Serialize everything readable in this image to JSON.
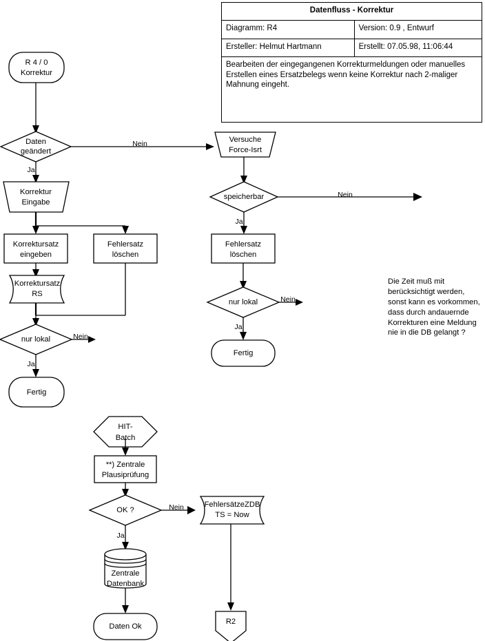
{
  "header": {
    "title": "Datenfluss - Korrektur",
    "diagram_label": "Diagramm: R4",
    "version_label": "Version: 0.9 , Entwurf",
    "author_label": "Ersteller: Helmut Hartmann",
    "created_label": "Erstellt:  07.05.98, 11:06:44",
    "description": "Bearbeiten der eingegangenen Korrekturmeldungen oder manuelles Erstellen eines Ersatzbelegs wenn keine Korrektur nach 2-maliger Mahnung eingeht."
  },
  "note": {
    "text": "Die Zeit muß mit berücksichtigt werden, sonst kann es vorkommen, dass durch andauernde Korrekturen eine Meldung nie in die DB gelangt ?"
  },
  "nodes": {
    "start_r4": {
      "line1": "R 4 / 0",
      "line2": "Korrektur",
      "shape": "terminator"
    },
    "daten_geaendert": {
      "line1": "Daten",
      "line2": "geändert",
      "shape": "decision"
    },
    "korrektur_eingabe": {
      "line1": "Korrektur",
      "line2": "Eingabe",
      "shape": "manual-input-trapezoid"
    },
    "korrektursatz_eingeben": {
      "line1": "Korrektursatz",
      "line2": "eingeben",
      "shape": "process"
    },
    "fehlersatz_loeschen_left": {
      "line1": "Fehlersatz",
      "line2": "löschen",
      "shape": "process"
    },
    "korrektursatz_rs": {
      "line1": "Korrektursatz",
      "line2": "RS",
      "shape": "stored-data"
    },
    "nur_lokal_left": {
      "line1": "nur lokal",
      "line2": "",
      "shape": "decision"
    },
    "fertig_left": {
      "line1": "Fertig",
      "line2": "",
      "shape": "terminator"
    },
    "versuche_force": {
      "line1": "Versuche",
      "line2": "Force-Isrt",
      "shape": "trapezoid"
    },
    "speicherbar": {
      "line1": "speicherbar",
      "line2": "",
      "shape": "decision"
    },
    "fehlersatz_loeschen_mid": {
      "line1": "Fehlersatz",
      "line2": "löschen",
      "shape": "process"
    },
    "nur_lokal_mid": {
      "line1": "nur lokal",
      "line2": "",
      "shape": "decision"
    },
    "fertig_mid": {
      "line1": "Fertig",
      "line2": "",
      "shape": "terminator"
    },
    "hit_batch": {
      "line1": "HIT-",
      "line2": "Batch",
      "shape": "preparation-hexagon"
    },
    "zentrale_plausi": {
      "line1": "**) Zentrale",
      "line2": "Plausiprüfung",
      "shape": "process"
    },
    "ok_frage": {
      "line1": "OK ?",
      "line2": "",
      "shape": "decision"
    },
    "fehlersaetze_zdb": {
      "line1": "FehlersätzeZDB",
      "line2": "TS = Now",
      "shape": "stored-data"
    },
    "zentrale_datenbank": {
      "line1": "Zentrale",
      "line2": "Datenbank",
      "shape": "cylinder-database"
    },
    "daten_ok": {
      "line1": "Daten Ok",
      "line2": "",
      "shape": "terminator"
    },
    "r2_connector": {
      "line1": "R2",
      "line2": "",
      "shape": "offpage-pentagon"
    }
  },
  "edge_labels": {
    "daten_geaendert_ja": "Ja",
    "daten_geaendert_nein": "Nein",
    "nur_lokal_left_ja": "Ja",
    "nur_lokal_left_nein": "Nein",
    "speicherbar_ja": "Ja",
    "speicherbar_nein": "Nein",
    "nur_lokal_mid_ja": "Ja",
    "nur_lokal_mid_nein": "Nein",
    "ok_ja": "Ja",
    "ok_nein": "Nein"
  },
  "colors": {
    "stroke": "#000000",
    "fill": "#ffffff",
    "background": "#ffffff"
  }
}
